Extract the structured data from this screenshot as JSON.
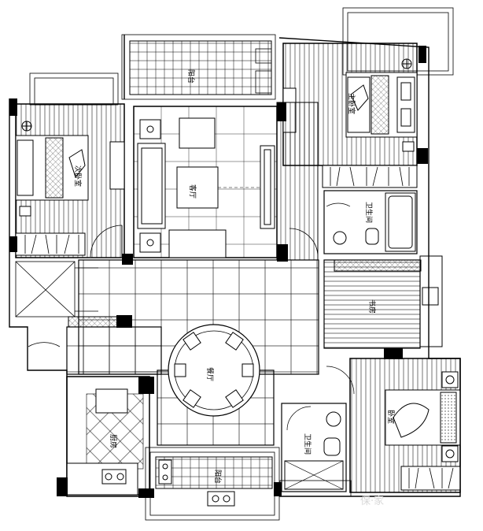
{
  "rooms": {
    "balcony_top": "阳台",
    "master_bedroom": "主卧室",
    "second_bedroom": "次卧室",
    "living_room": "客厅",
    "dining_room": "餐厅",
    "bathroom_top": "卫生间",
    "study": "书房",
    "kitchen": "厨房",
    "balcony_bottom": "阳台",
    "bathroom_bottom": "卫生间",
    "bedroom_br": "卧室"
  },
  "watermark": "保·家"
}
